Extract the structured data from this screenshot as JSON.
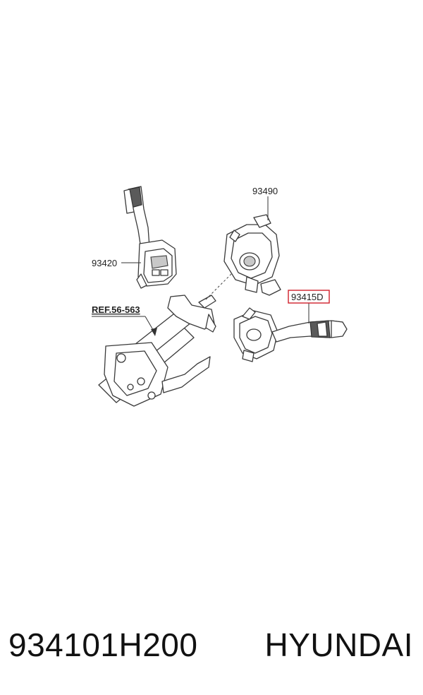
{
  "diagram": {
    "callouts": {
      "upper_switch": "93490",
      "left_switch": "93420",
      "reference": "REF.56-563",
      "highlighted_part": "93415D"
    },
    "highlight_color": "#d0202a"
  },
  "footer": {
    "part_number": "934101H200",
    "brand": "HYUNDAI"
  }
}
